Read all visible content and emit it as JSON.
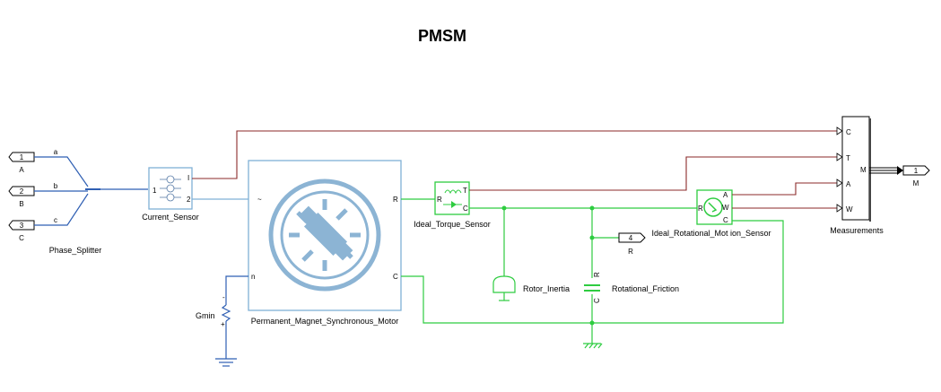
{
  "title": "PMSM",
  "inports": [
    {
      "num": "1",
      "name": "A"
    },
    {
      "num": "2",
      "name": "B"
    },
    {
      "num": "3",
      "name": "C"
    }
  ],
  "splitter": {
    "name": "Phase_Splitter",
    "ports": [
      "a",
      "b",
      "c"
    ]
  },
  "current_sensor": {
    "name": "Current_Sensor",
    "ports": {
      "left": "1",
      "right_top": "I",
      "right_bottom": "2"
    }
  },
  "motor": {
    "name": "Permanent_Magnet_Synchronous_Motor",
    "ports": {
      "left_top": "~",
      "left_bottom": "n",
      "right_top": "R",
      "right_bottom": "C"
    }
  },
  "gmin": {
    "name": "Gmin",
    "plus": "+",
    "minus": "-"
  },
  "torque_sensor": {
    "name": "Ideal_Torque_Sensor",
    "ports": {
      "left": "R",
      "right_top": "T",
      "right_bottom": "C"
    }
  },
  "motion_sensor": {
    "name": "Ideal_Rotational_Mot ion_Sensor",
    "ports": {
      "left": "R",
      "right_top": "A",
      "right_mid": "W",
      "right_bottom": "C"
    }
  },
  "rotor_inertia": {
    "name": "Rotor_Inertia"
  },
  "friction": {
    "name": "Rotational_Friction",
    "ports": {
      "top": "R",
      "bottom": "C"
    }
  },
  "outport_r": {
    "num": "4",
    "name": "R"
  },
  "measurements": {
    "name": "Measurements",
    "inputs": [
      "C",
      "T",
      "A",
      "W"
    ],
    "output": "M"
  },
  "outport_m": {
    "num": "1",
    "name": "M"
  },
  "colors": {
    "electrical": "#2f5fb3",
    "rotational": "#2ecc40",
    "signal": "#8b2a2a",
    "block": "#7fb0d6"
  }
}
